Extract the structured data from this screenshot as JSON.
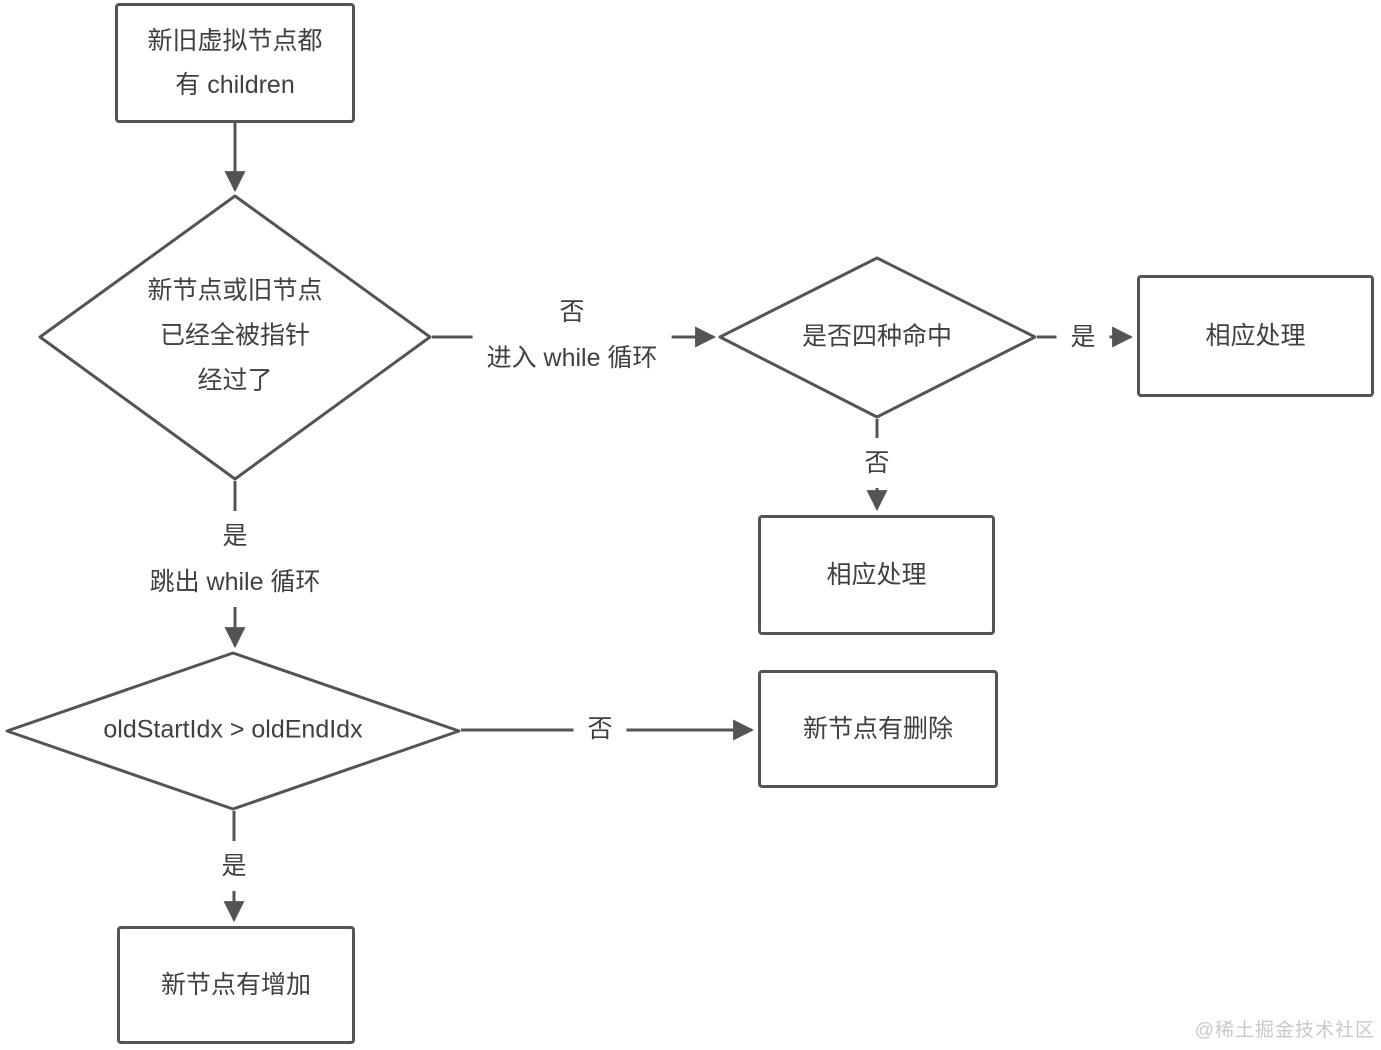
{
  "palette": {
    "stroke": "#545454",
    "text": "#404040",
    "watermark": "#c9c9c9",
    "background": "#ffffff"
  },
  "nodes": {
    "start": {
      "line1": "新旧虚拟节点都",
      "line2": "有 children"
    },
    "decision_pointers": {
      "line1": "新节点或旧节点",
      "line2": "已经全被指针",
      "line3": "经过了"
    },
    "decision_four_hits": {
      "label": "是否四种命中"
    },
    "process_right": {
      "label": "相应处理"
    },
    "process_below": {
      "label": "相应处理"
    },
    "decision_idx": {
      "label": "oldStartIdx > oldEndIdx"
    },
    "process_delete": {
      "label": "新节点有删除"
    },
    "process_add": {
      "label": "新节点有增加"
    }
  },
  "edge_labels": {
    "enter_while_line1": "否",
    "enter_while_line2": "进入 while 循环",
    "yes_hit": "是",
    "no_hit": "否",
    "exit_while_line1": "是",
    "exit_while_line2": "跳出 while 循环",
    "no_idx": "否",
    "yes_idx": "是"
  },
  "watermark": "@稀土掘金技术社区"
}
